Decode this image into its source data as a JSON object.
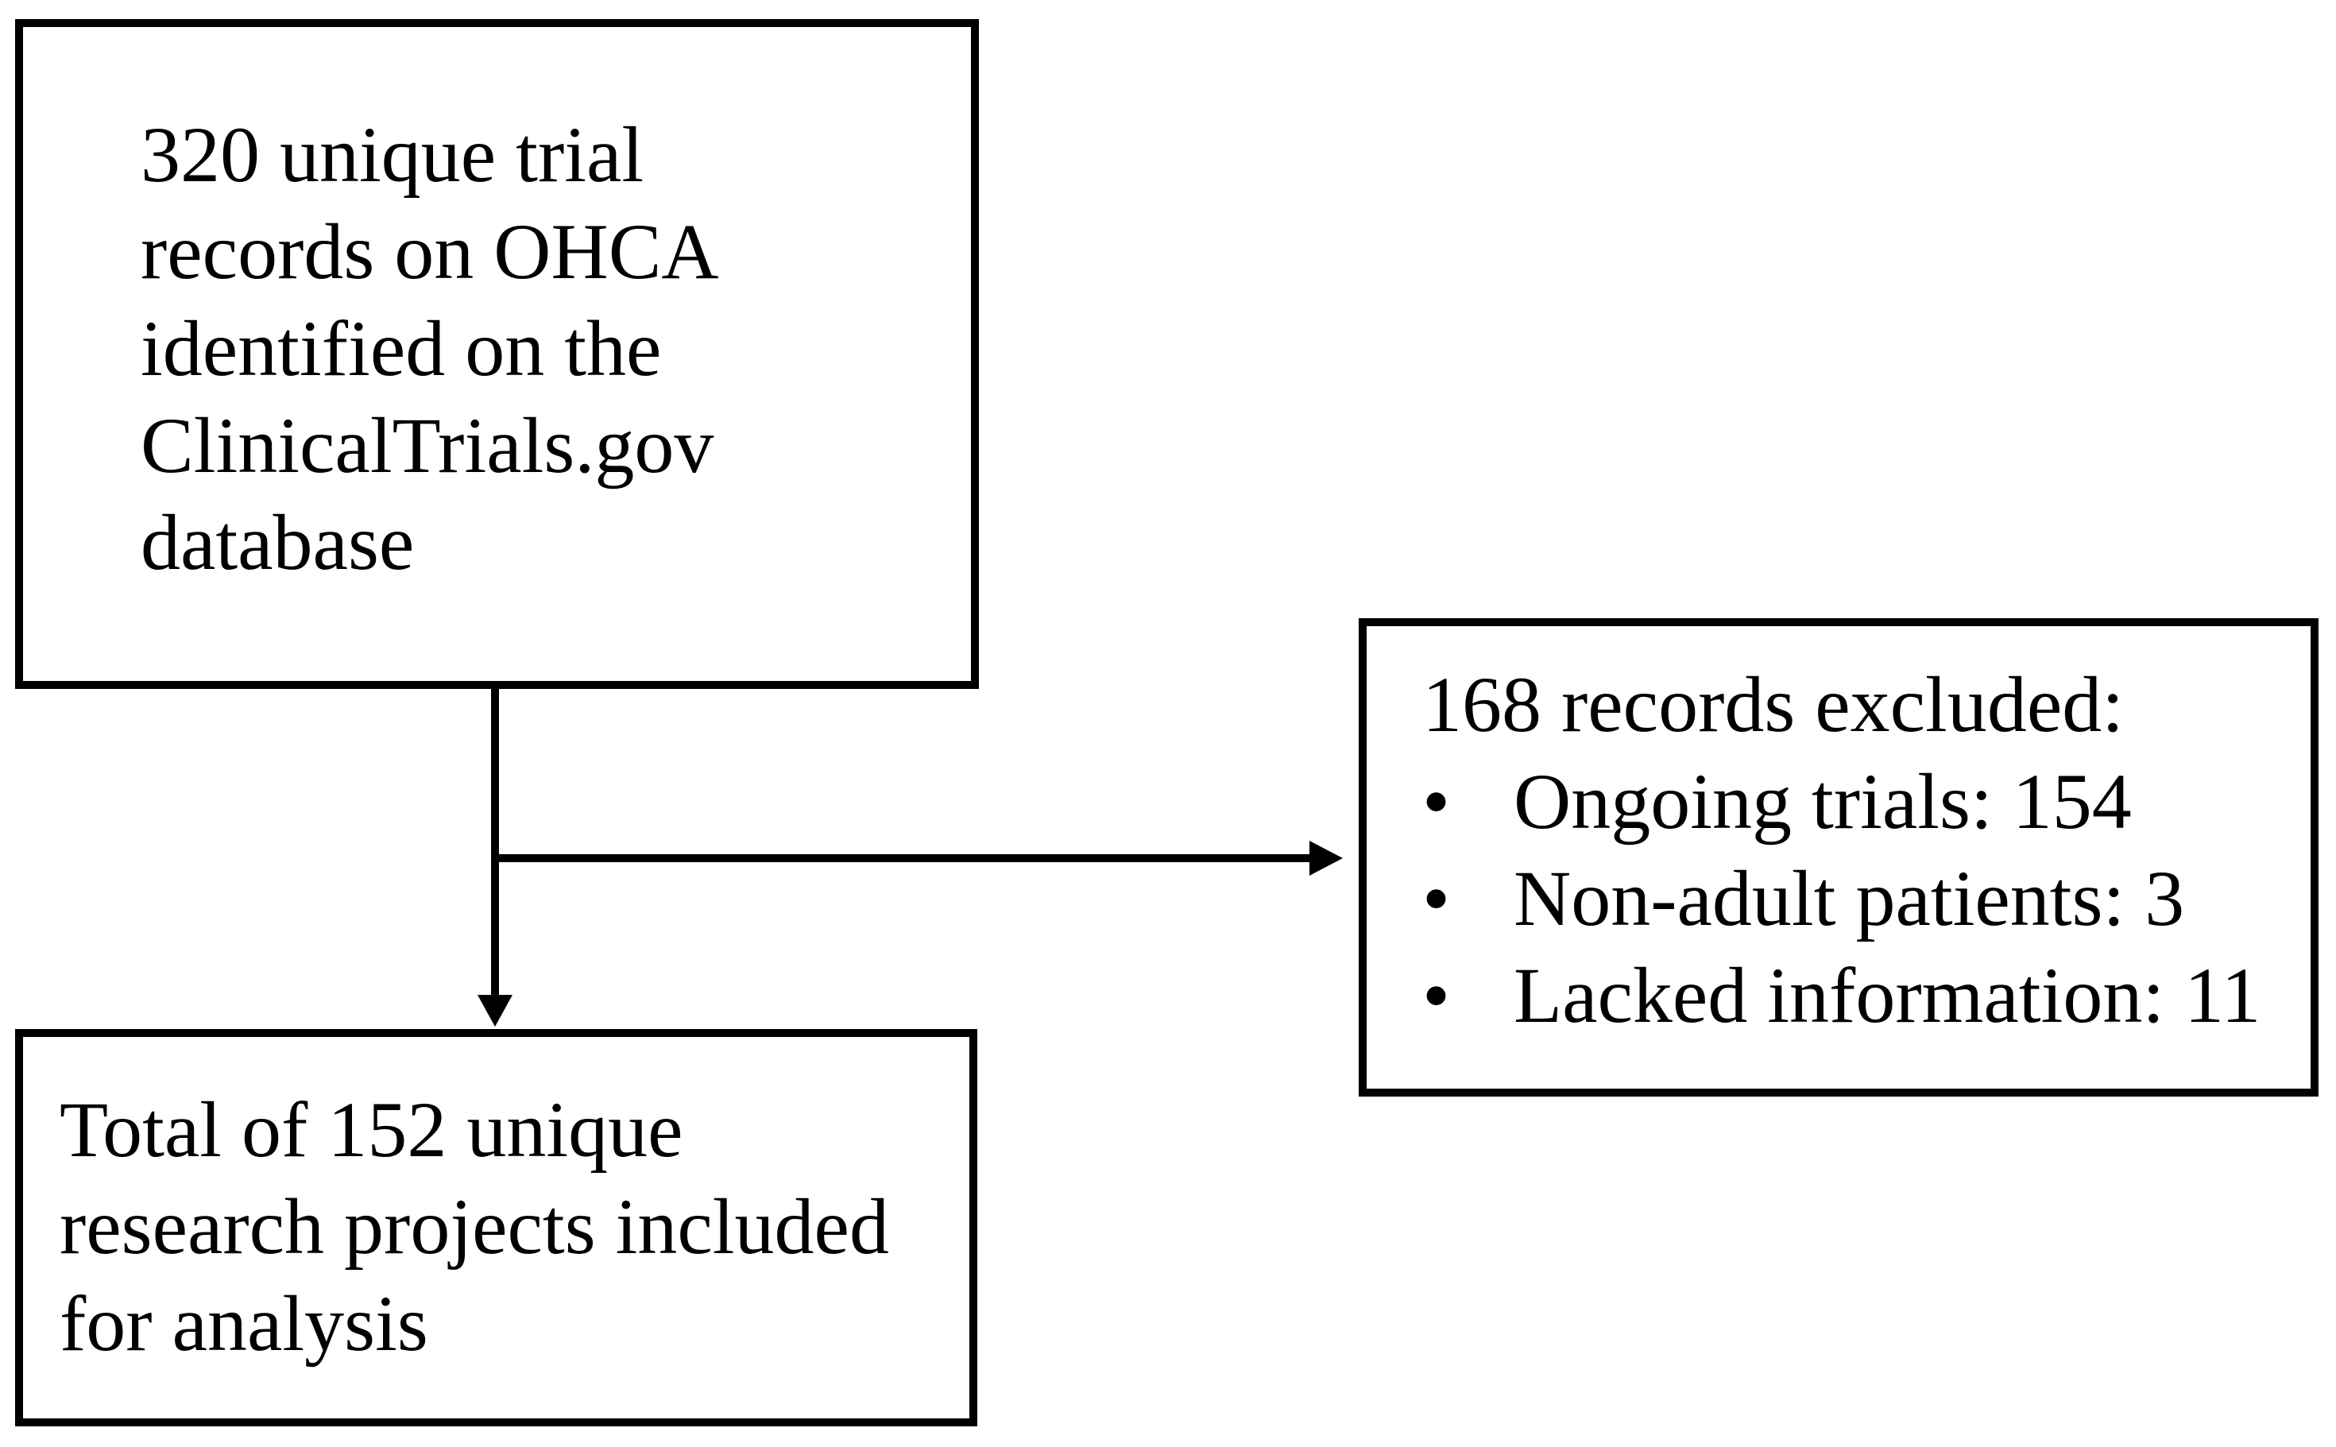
{
  "page": {
    "background_color": "#ffffff",
    "line_color": "#000000",
    "text_color": "#000000"
  },
  "flowchart": {
    "box_identified": {
      "full_text": "320 unique trial records on OHCA identified on the ClinicalTrials.gov database",
      "lines": [
        "320 unique trial",
        "records on OHCA",
        "identified on the",
        "ClinicalTrials.gov",
        "database"
      ]
    },
    "box_excluded": {
      "title": "168 records excluded:",
      "bullet_glyph": "•",
      "items": [
        "Ongoing trials: 154",
        "Non-adult patients: 3",
        "Lacked information: 11"
      ]
    },
    "box_included": {
      "full_text": "Total of 152 unique research projects included for analysis",
      "lines": [
        "Total of 152 unique",
        "research projects included",
        "for analysis"
      ]
    }
  }
}
